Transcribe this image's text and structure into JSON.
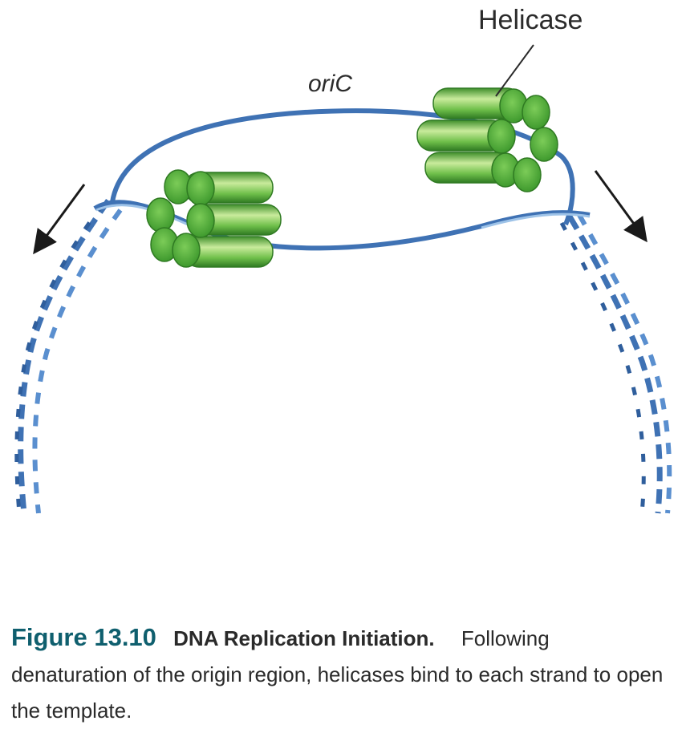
{
  "labels": {
    "helicase": "Helicase",
    "origin": "oriC"
  },
  "caption": {
    "figure_number": "Figure 13.10",
    "title": "DNA Replication Initiation.",
    "text": "Following denaturation of the origin region, helicases bind to each strand to open the template."
  },
  "colors": {
    "dna_strand": "#3f72b4",
    "dna_strand_light": "#9ec3e8",
    "helicase_green": "#4fae3a",
    "helicase_light": "#b8e08a",
    "arrow": "#1a1a1a",
    "figure_number": "#0f5f6e"
  },
  "icons": [
    "helicase-hexamer",
    "dna-double-helix",
    "direction-arrow"
  ]
}
